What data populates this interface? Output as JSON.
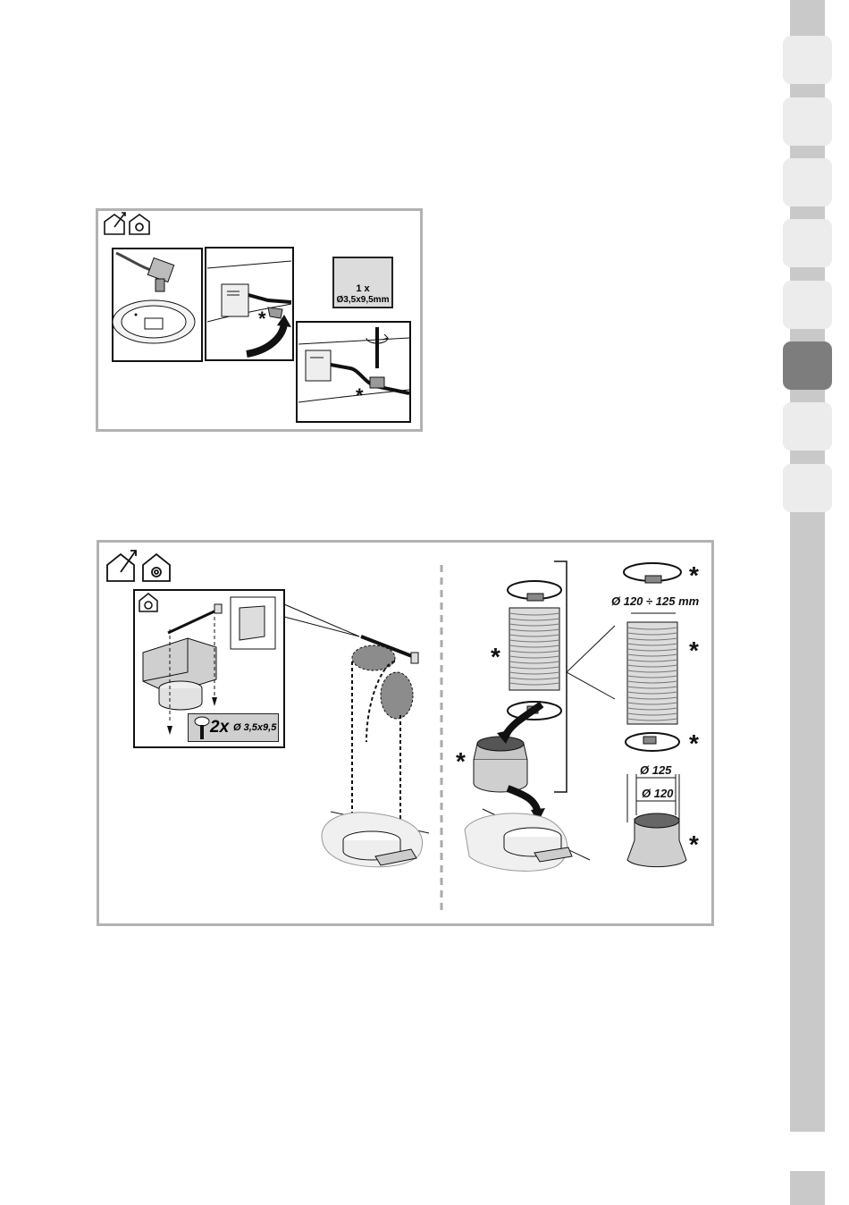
{
  "sidebar": {
    "tabs": [
      {
        "active": false
      },
      {
        "active": false
      },
      {
        "active": false
      },
      {
        "active": false
      },
      {
        "active": false
      },
      {
        "active": true
      },
      {
        "active": false
      },
      {
        "active": false
      }
    ],
    "page_number": ""
  },
  "figure1": {
    "screw_qty": "1 x",
    "screw_size": "Ø3,5x9,5mm",
    "marker": "*",
    "icons": [
      "house-exhaust-icon",
      "house-recirculation-icon"
    ]
  },
  "figure2": {
    "screw_qty": "2x",
    "screw_size": "Ø 3,5x9,5",
    "dim_range": "Ø 120 ÷ 125 mm",
    "dim_125": "Ø 125",
    "dim_120": "Ø 120",
    "marker": "*",
    "icons": [
      "house-exhaust-icon",
      "house-recirculation-icon"
    ]
  },
  "colors": {
    "frame": "#b2b2b2",
    "strip": "#c9c9c9",
    "tab": "#ececec",
    "tab_active": "#7d7d7d"
  }
}
